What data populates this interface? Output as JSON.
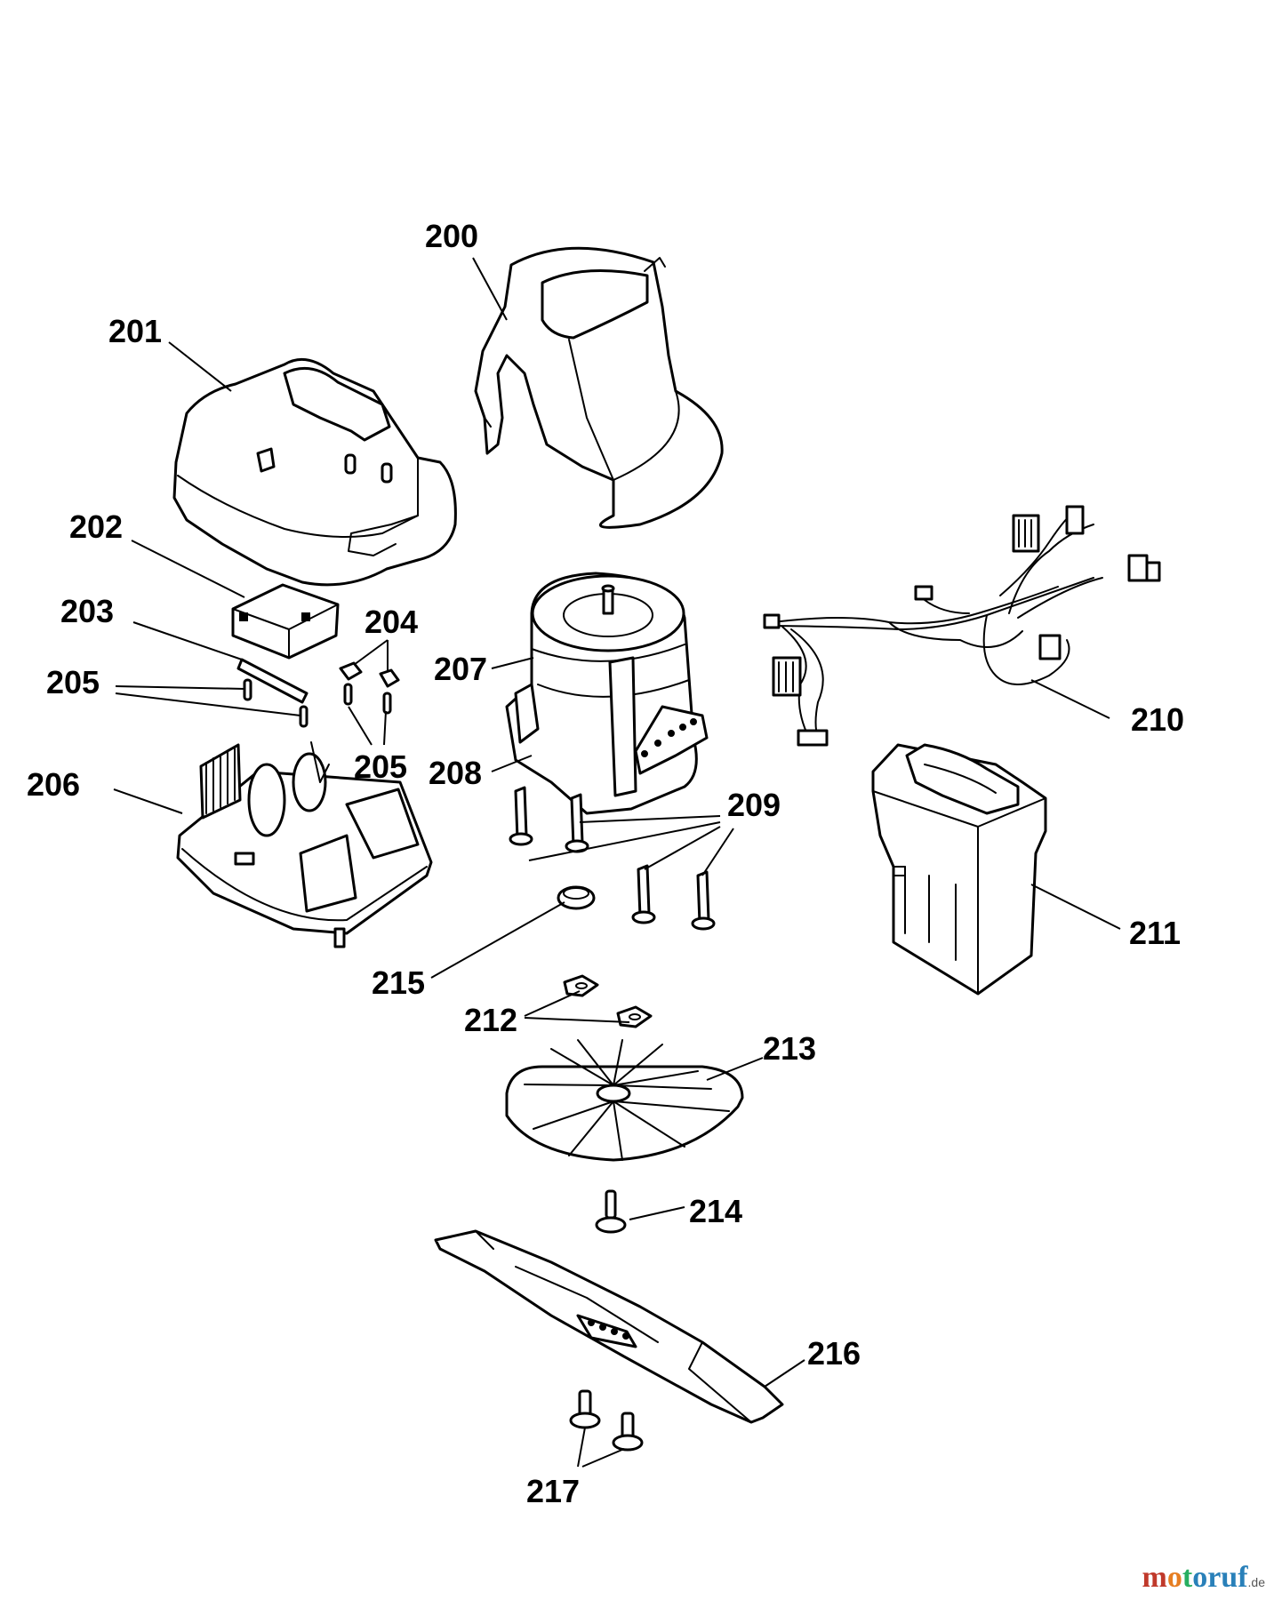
{
  "callouts": {
    "c200": "200",
    "c201": "201",
    "c202": "202",
    "c203": "203",
    "c204": "204",
    "c205a": "205",
    "c205b": "205",
    "c206": "206",
    "c207": "207",
    "c208": "208",
    "c209": "209",
    "c210": "210",
    "c211": "211",
    "c212": "212",
    "c213": "213",
    "c214": "214",
    "c215": "215",
    "c216": "216",
    "c217": "217"
  },
  "watermark": {
    "parts": [
      "m",
      "o",
      "t",
      "oruf"
    ],
    "suffix": ".de"
  },
  "colors": {
    "line": "#000000",
    "background": "#ffffff"
  }
}
